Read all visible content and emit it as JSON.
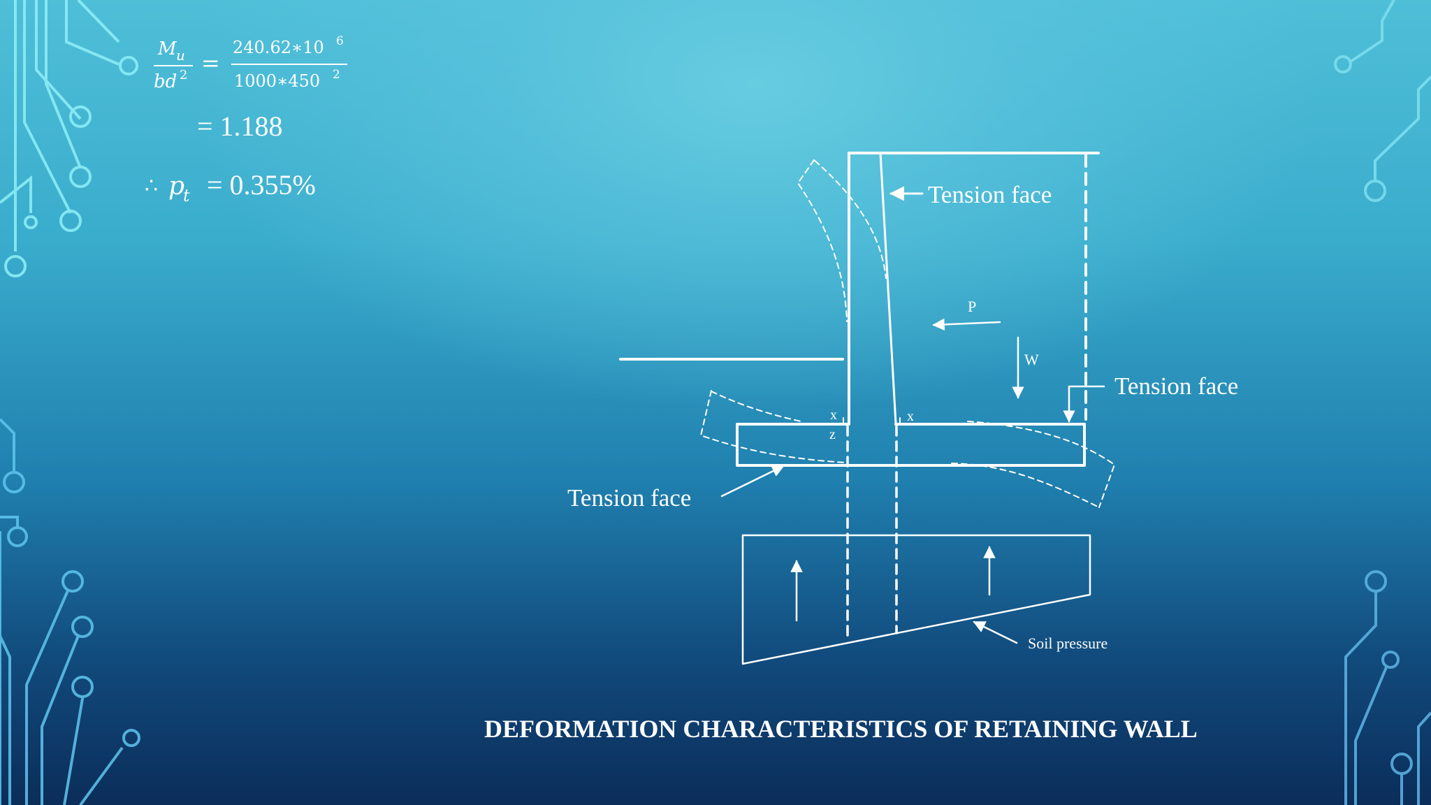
{
  "slide": {
    "title": "DEFORMATION CHARACTERISTICS OF RETAINING WALL"
  },
  "equations": {
    "frac1_num": "M",
    "frac1_num_sub": "u",
    "frac1_den": "bd",
    "frac1_den_sup": "2",
    "equals1": "=",
    "frac2_num": "240.62∗10",
    "frac2_num_sup": "6",
    "frac2_den": "1000∗450",
    "frac2_den_sup": "2",
    "line2": "= 1.188",
    "therefore": "∴",
    "pt_main": "p",
    "pt_sub": "t",
    "pt_value": "= 0.355%"
  },
  "diagram": {
    "labels": {
      "tension_face_stem": "Tension face",
      "tension_face_heel": "Tension face",
      "tension_face_toe": "Tension face",
      "soil_pressure": "Soil pressure",
      "p": "P",
      "w": "W",
      "x_left": "x",
      "x_right": "x",
      "z": "z"
    }
  },
  "colors": {
    "line": "#ffffff",
    "bg_top": "#4fbfd8",
    "bg_bottom": "#0b2d5a",
    "circuit": "#7ee6f2"
  }
}
